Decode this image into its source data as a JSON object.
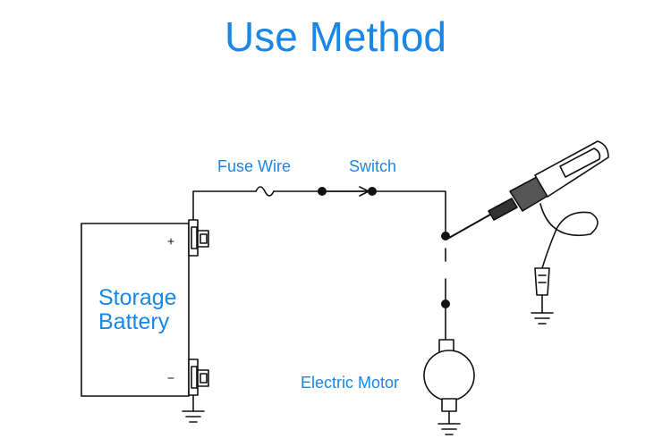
{
  "title": "Use Method",
  "labels": {
    "fuse_wire": "Fuse Wire",
    "switch": "Switch",
    "battery_line1": "Storage",
    "battery_line2": "Battery",
    "motor": "Electric Motor"
  },
  "colors": {
    "accent": "#1a86e6",
    "line": "#111111"
  },
  "icons": [
    "battery-icon",
    "fuse-icon",
    "switch-icon",
    "motor-icon",
    "ground-icon",
    "test-pen-icon",
    "alligator-clip-icon"
  ]
}
